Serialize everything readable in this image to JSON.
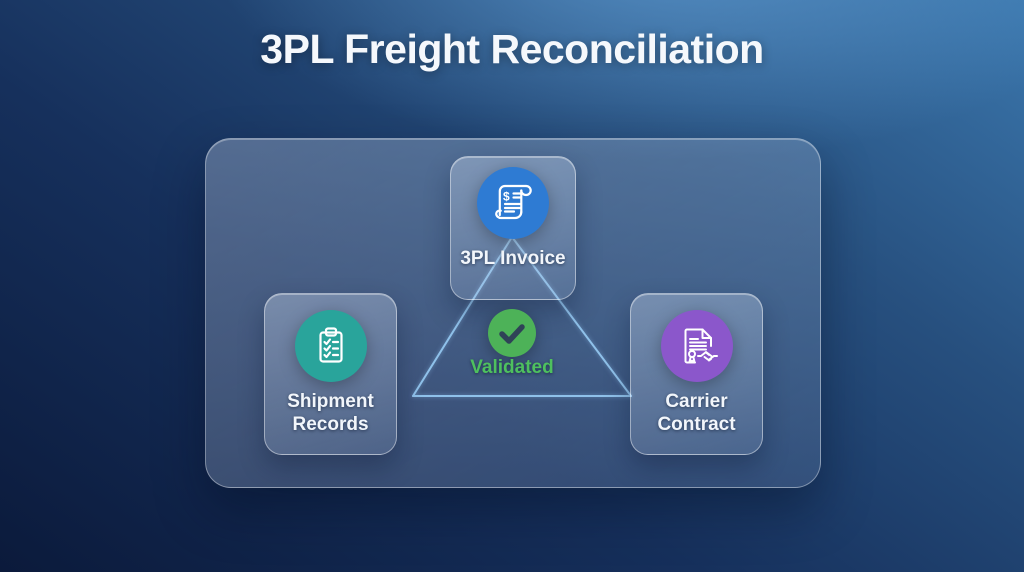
{
  "title": "3PL Freight Reconciliation",
  "theme": {
    "background_top_right": "#3b77ad",
    "background_bottom_left": "#0b1a3b",
    "connector_color": "#8fc1ea"
  },
  "panel": {
    "nodes": [
      {
        "id": "invoice",
        "label": "3PL Invoice",
        "icon": "invoice-scroll-icon",
        "circle_color": "#2e7bd3"
      },
      {
        "id": "shipment-records",
        "label": "Shipment Records",
        "icon": "clipboard-checklist-icon",
        "circle_color": "#29a49b"
      },
      {
        "id": "carrier-contract",
        "label": "Carrier Contract",
        "icon": "contract-handshake-icon",
        "circle_color": "#8b57cb"
      }
    ],
    "status": {
      "label": "Validated",
      "circle_color": "#4db258",
      "check_color": "#2f4257",
      "label_color": "#4ec05e"
    }
  }
}
